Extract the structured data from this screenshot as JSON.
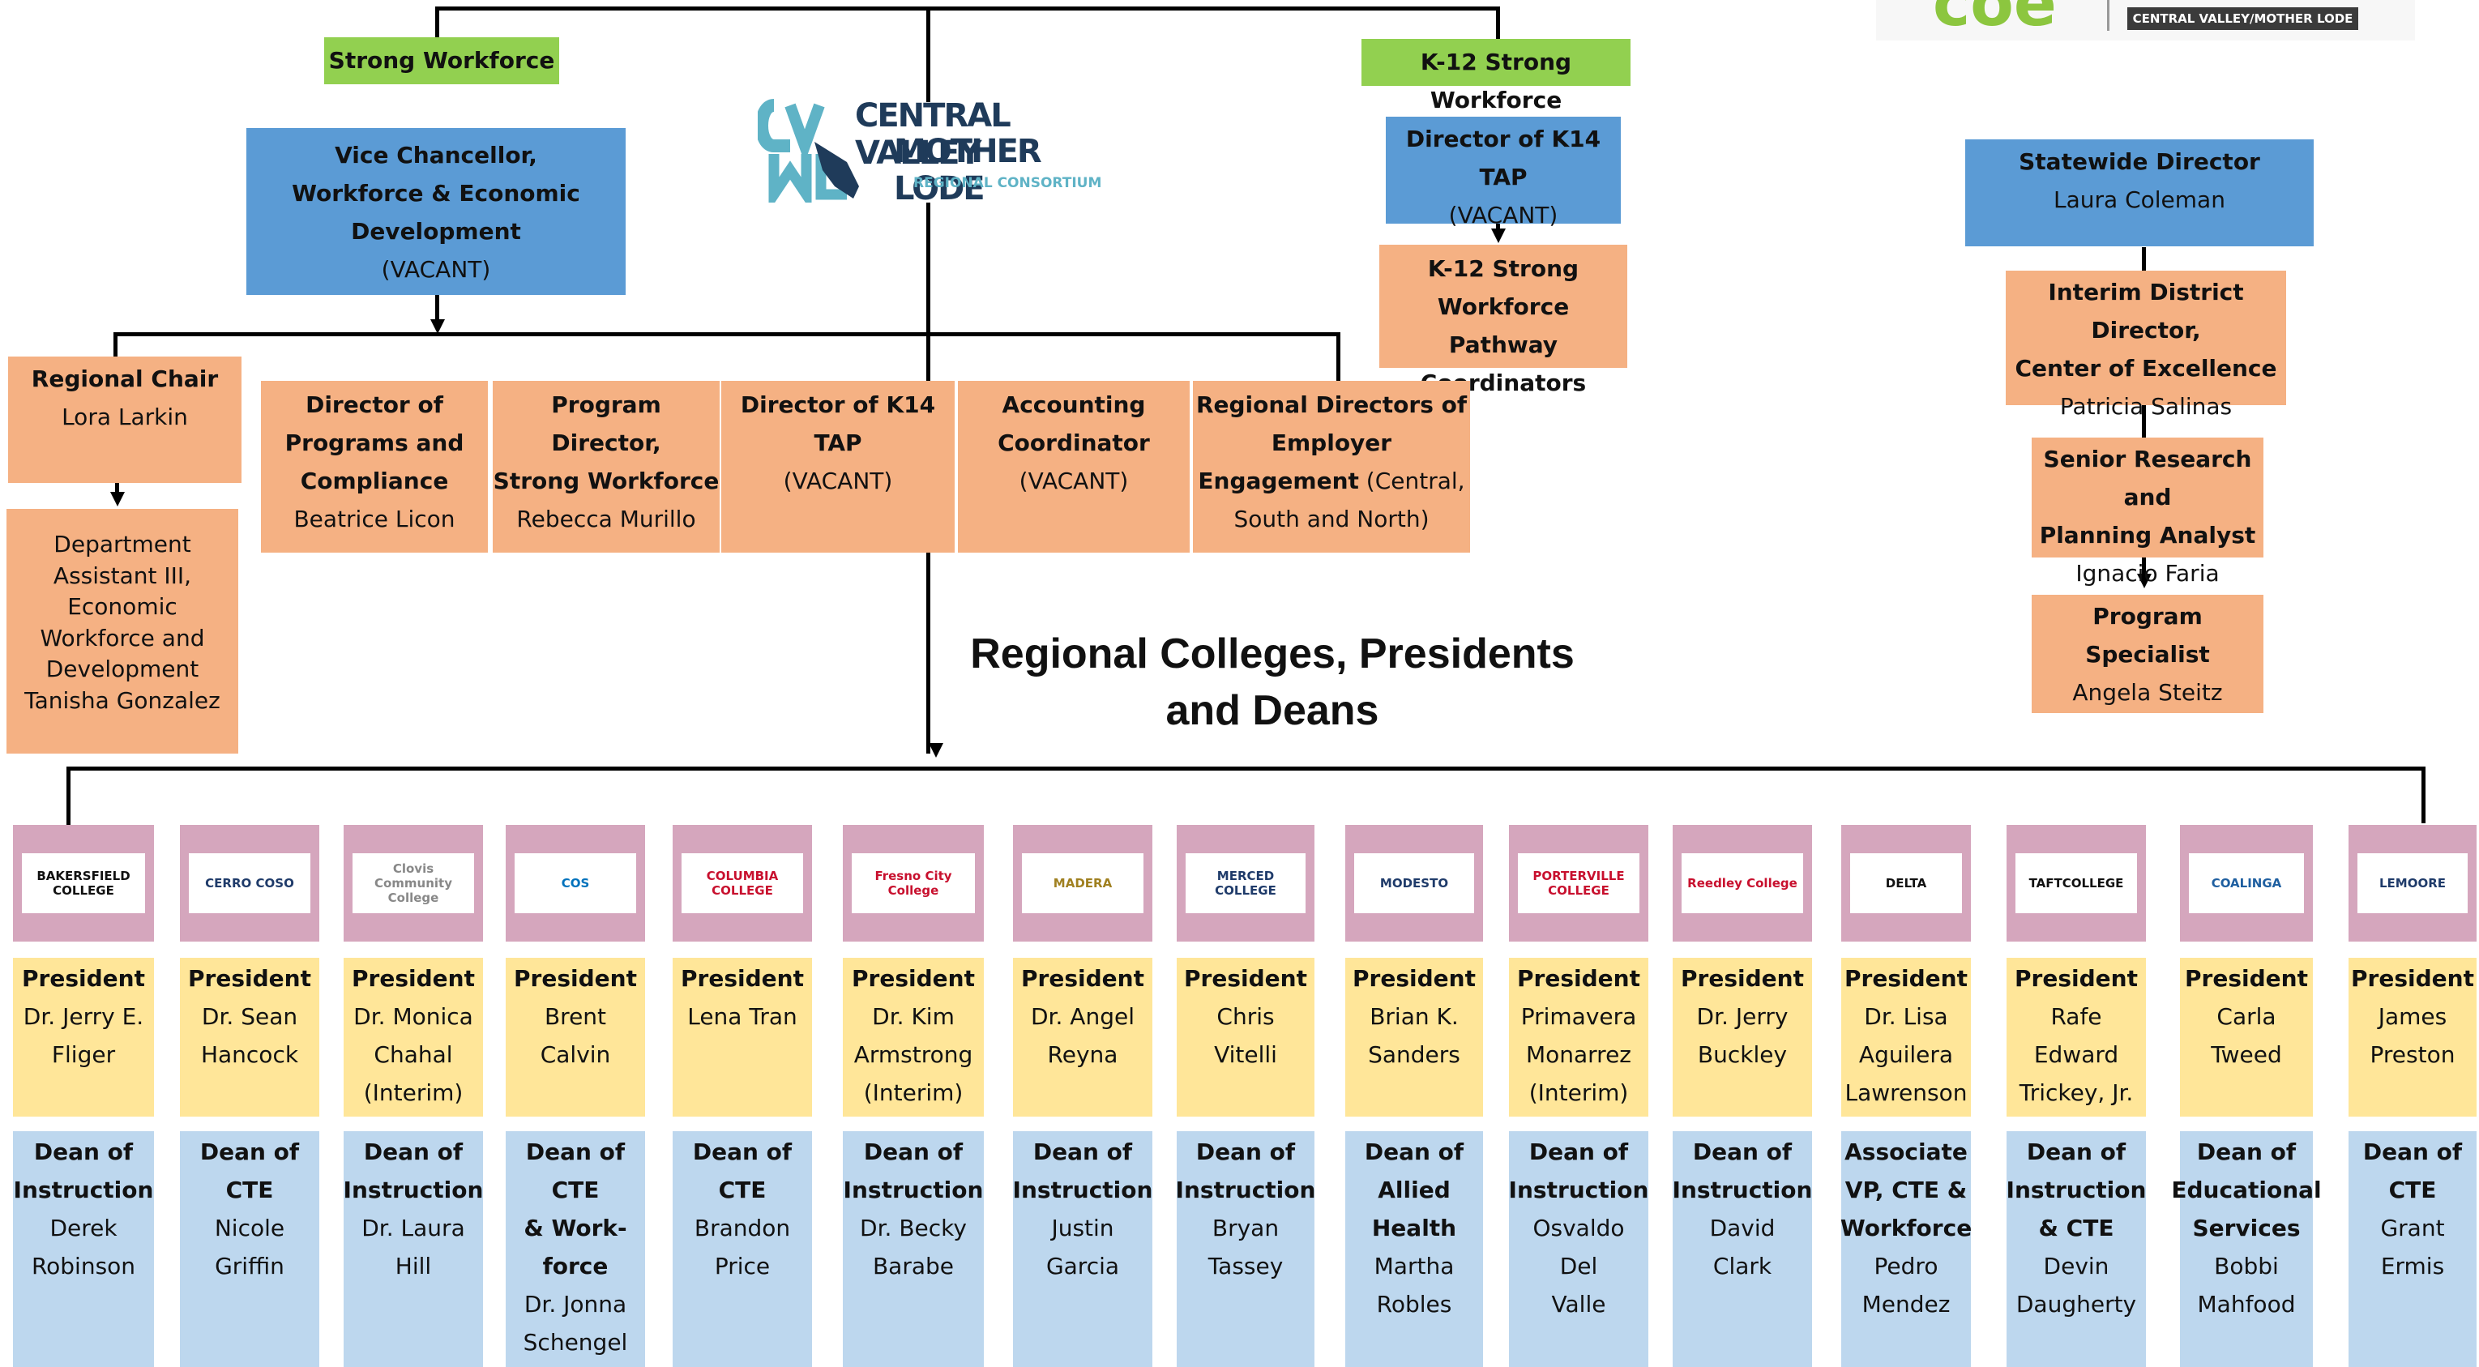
{
  "top_left_green": "Strong Workforce",
  "top_right_green": "K-12 Strong Workforce",
  "vice_chancellor": {
    "title": [
      "Vice Chancellor,",
      "Workforce & Economic",
      "Development"
    ],
    "name": "(VACANT)"
  },
  "cvml_logo": {
    "mark": "CVML",
    "line1": "CENTRAL VALLEY",
    "line2": "MOTHER LODE",
    "line3": "REGIONAL CONSORTIUM"
  },
  "corner_logo": {
    "mark": "coe",
    "caption": "CENTRAL VALLEY/MOTHER LODE"
  },
  "k14_top": {
    "title": "Director of K14 TAP",
    "name": "(VACANT)"
  },
  "k12_coord": {
    "title": [
      "K-12 Strong",
      "Workforce Pathway",
      "Coordinators"
    ]
  },
  "statewide": {
    "title": "Statewide Director",
    "name": "Laura Coleman"
  },
  "coe_director": {
    "title": [
      "Interim District Director,",
      "Center of Excellence"
    ],
    "name": "Patricia Salinas"
  },
  "analyst": {
    "title": [
      "Senior Research and",
      "Planning Analyst"
    ],
    "name": "Ignacio Faria"
  },
  "specialist": {
    "title": "Program Specialist",
    "name": "Angela Steitz"
  },
  "regional_chair": {
    "title": "Regional Chair",
    "name": "Lora Larkin"
  },
  "dept_assistant": {
    "lines": [
      "Department",
      "Assistant III,",
      "Economic",
      "Workforce and",
      "Development",
      "Tanisha Gonzalez"
    ]
  },
  "staff": [
    {
      "title": [
        "Director of",
        "Programs and",
        "Compliance"
      ],
      "name": [
        "Beatrice Licon"
      ]
    },
    {
      "title": [
        "Program Director,",
        "Strong Workforce"
      ],
      "name": [
        "Rebecca Murillo"
      ]
    },
    {
      "title": [
        "Director of K14 TAP"
      ],
      "name": [
        "(VACANT)"
      ]
    },
    {
      "title": [
        "Accounting",
        "Coordinator"
      ],
      "name": [
        "(VACANT)"
      ]
    },
    {
      "title": [
        "Regional Directors of",
        "Employer",
        "Engagement"
      ],
      "name": [
        " (Central,",
        "South and North)"
      ]
    }
  ],
  "section_title": [
    "Regional Colleges, Presidents",
    "and Deans"
  ],
  "colleges": [
    {
      "logo": "BAKERSFIELD COLLEGE",
      "president": "President",
      "pres_name": [
        "Dr. Jerry E.",
        "Fliger"
      ],
      "dean_title": [
        "Dean of",
        "Instruction"
      ],
      "dean_name": [
        "Derek",
        "Robinson"
      ]
    },
    {
      "logo": "CERRO COSO",
      "president": "President",
      "pres_name": [
        "Dr. Sean",
        "Hancock"
      ],
      "dean_title": [
        "Dean of",
        "CTE"
      ],
      "dean_name": [
        "Nicole",
        "Griffin"
      ]
    },
    {
      "logo": "Clovis Community College",
      "president": "President",
      "pres_name": [
        "Dr. Monica",
        "Chahal",
        "(Interim)"
      ],
      "dean_title": [
        "Dean of",
        "Instruction"
      ],
      "dean_name": [
        "Dr. Laura",
        "Hill"
      ]
    },
    {
      "logo": "COS",
      "president": "President",
      "pres_name": [
        "Brent",
        "Calvin"
      ],
      "dean_title": [
        "Dean of",
        "CTE",
        "& Work-",
        "force"
      ],
      "dean_name": [
        "Dr. Jonna",
        "Schengel"
      ]
    },
    {
      "logo": "COLUMBIA COLLEGE",
      "president": "President",
      "pres_name": [
        "Lena Tran"
      ],
      "dean_title": [
        "Dean of CTE"
      ],
      "dean_name": [
        "Brandon",
        "Price"
      ]
    },
    {
      "logo": "Fresno City College",
      "president": "President",
      "pres_name": [
        "Dr. Kim",
        "Armstrong",
        "(Interim)"
      ],
      "dean_title": [
        "Dean of",
        "Instruction"
      ],
      "dean_name": [
        "Dr. Becky",
        "Barabe"
      ]
    },
    {
      "logo": "MADERA",
      "president": "President",
      "pres_name": [
        "Dr. Angel",
        "Reyna"
      ],
      "dean_title": [
        "Dean of",
        "Instruction"
      ],
      "dean_name": [
        "Justin",
        "Garcia"
      ]
    },
    {
      "logo": "MERCED COLLEGE",
      "president": "President",
      "pres_name": [
        "Chris",
        "Vitelli"
      ],
      "dean_title": [
        "Dean of",
        "Instruction"
      ],
      "dean_name": [
        "Bryan",
        "Tassey"
      ]
    },
    {
      "logo": "MODESTO",
      "president": "President",
      "pres_name": [
        "Brian K.",
        "Sanders"
      ],
      "dean_title": [
        "Dean of",
        "Allied",
        "Health"
      ],
      "dean_name": [
        "Martha",
        "Robles"
      ]
    },
    {
      "logo": "PORTERVILLE COLLEGE",
      "president": "President",
      "pres_name": [
        "Primavera",
        "Monarrez",
        "(Interim)"
      ],
      "dean_title": [
        "Dean of",
        "Instruction"
      ],
      "dean_name": [
        "Osvaldo",
        "Del",
        "Valle"
      ]
    },
    {
      "logo": "Reedley College",
      "president": "President",
      "pres_name": [
        "Dr. Jerry",
        "Buckley"
      ],
      "dean_title": [
        "Dean of",
        "Instruction"
      ],
      "dean_name": [
        "David",
        "Clark"
      ]
    },
    {
      "logo": "DELTA",
      "president": "President",
      "pres_name": [
        "Dr. Lisa",
        "Aguilera",
        "Lawrenson"
      ],
      "dean_title": [
        "Associate",
        "VP, CTE &",
        "Workforce"
      ],
      "dean_name": [
        "Pedro",
        "Mendez"
      ]
    },
    {
      "logo": "TAFTCOLLEGE",
      "president": "President",
      "pres_name": [
        "Rafe",
        "Edward",
        "Trickey, Jr."
      ],
      "dean_title": [
        "Dean of",
        "Instruction",
        "& CTE"
      ],
      "dean_name": [
        "Devin",
        "Daugherty"
      ]
    },
    {
      "logo": "COALINGA",
      "president": "President",
      "pres_name": [
        "Carla Tweed"
      ],
      "dean_title": [
        "Dean of",
        "Educational",
        "Services"
      ],
      "dean_name": [
        "Bobbi",
        "Mahfood"
      ]
    },
    {
      "logo": "LEMOORE",
      "president": "President",
      "pres_name": [
        "James",
        "Preston"
      ],
      "dean_title": [
        "Dean of",
        "CTE"
      ],
      "dean_name": [
        "Grant",
        "Ermis"
      ]
    }
  ]
}
